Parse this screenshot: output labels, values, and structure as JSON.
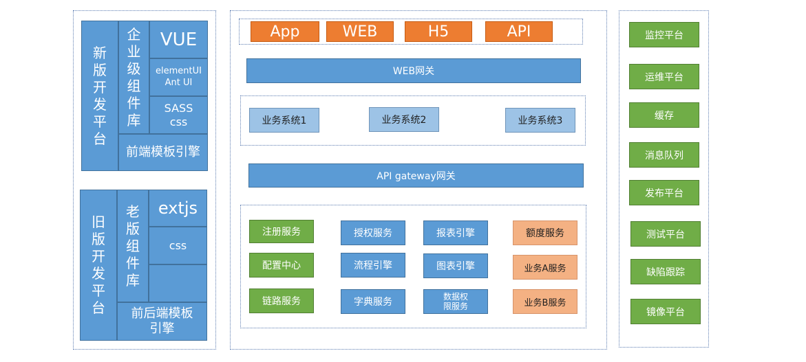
{
  "left": {
    "new_platform": {
      "title_chars": [
        "新",
        "版",
        "开",
        "发",
        "平",
        "台"
      ],
      "component_lib_chars": [
        "企",
        "业",
        "级",
        "组",
        "件",
        "库"
      ],
      "vue": "VUE",
      "ui_line1": "elementUI",
      "ui_line2": "Ant UI",
      "sass": "SASS",
      "css": "css",
      "template_engine": "前端模板引擎"
    },
    "old_platform": {
      "title_chars": [
        "旧",
        "版",
        "开",
        "发",
        "平",
        "台"
      ],
      "component_lib_chars": [
        "老",
        "版",
        "组",
        "件",
        "库"
      ],
      "extjs": "extjs",
      "css": "css",
      "template_engine": "前后端模板引擎"
    }
  },
  "middle": {
    "clients": [
      "App",
      "WEB",
      "H5",
      "API"
    ],
    "web_gateway": "WEB网关",
    "business_systems": [
      "业务系统1",
      "业务系统2",
      "业务系统3"
    ],
    "api_gateway": "API gateway网关",
    "services": {
      "col1": [
        "注册服务",
        "配置中心",
        "链路服务"
      ],
      "col2": [
        "授权服务",
        "流程引擎",
        "字典服务"
      ],
      "col3": [
        "报表引擎",
        "图表引擎",
        "数据权限服务"
      ],
      "col4": [
        "额度服务",
        "业务A服务",
        "业务B服务"
      ]
    }
  },
  "right": {
    "platforms": [
      "监控平台",
      "运维平台",
      "缓存",
      "消息队列",
      "发布平台",
      "测试平台",
      "缺陷跟踪",
      "镜像平台"
    ]
  }
}
